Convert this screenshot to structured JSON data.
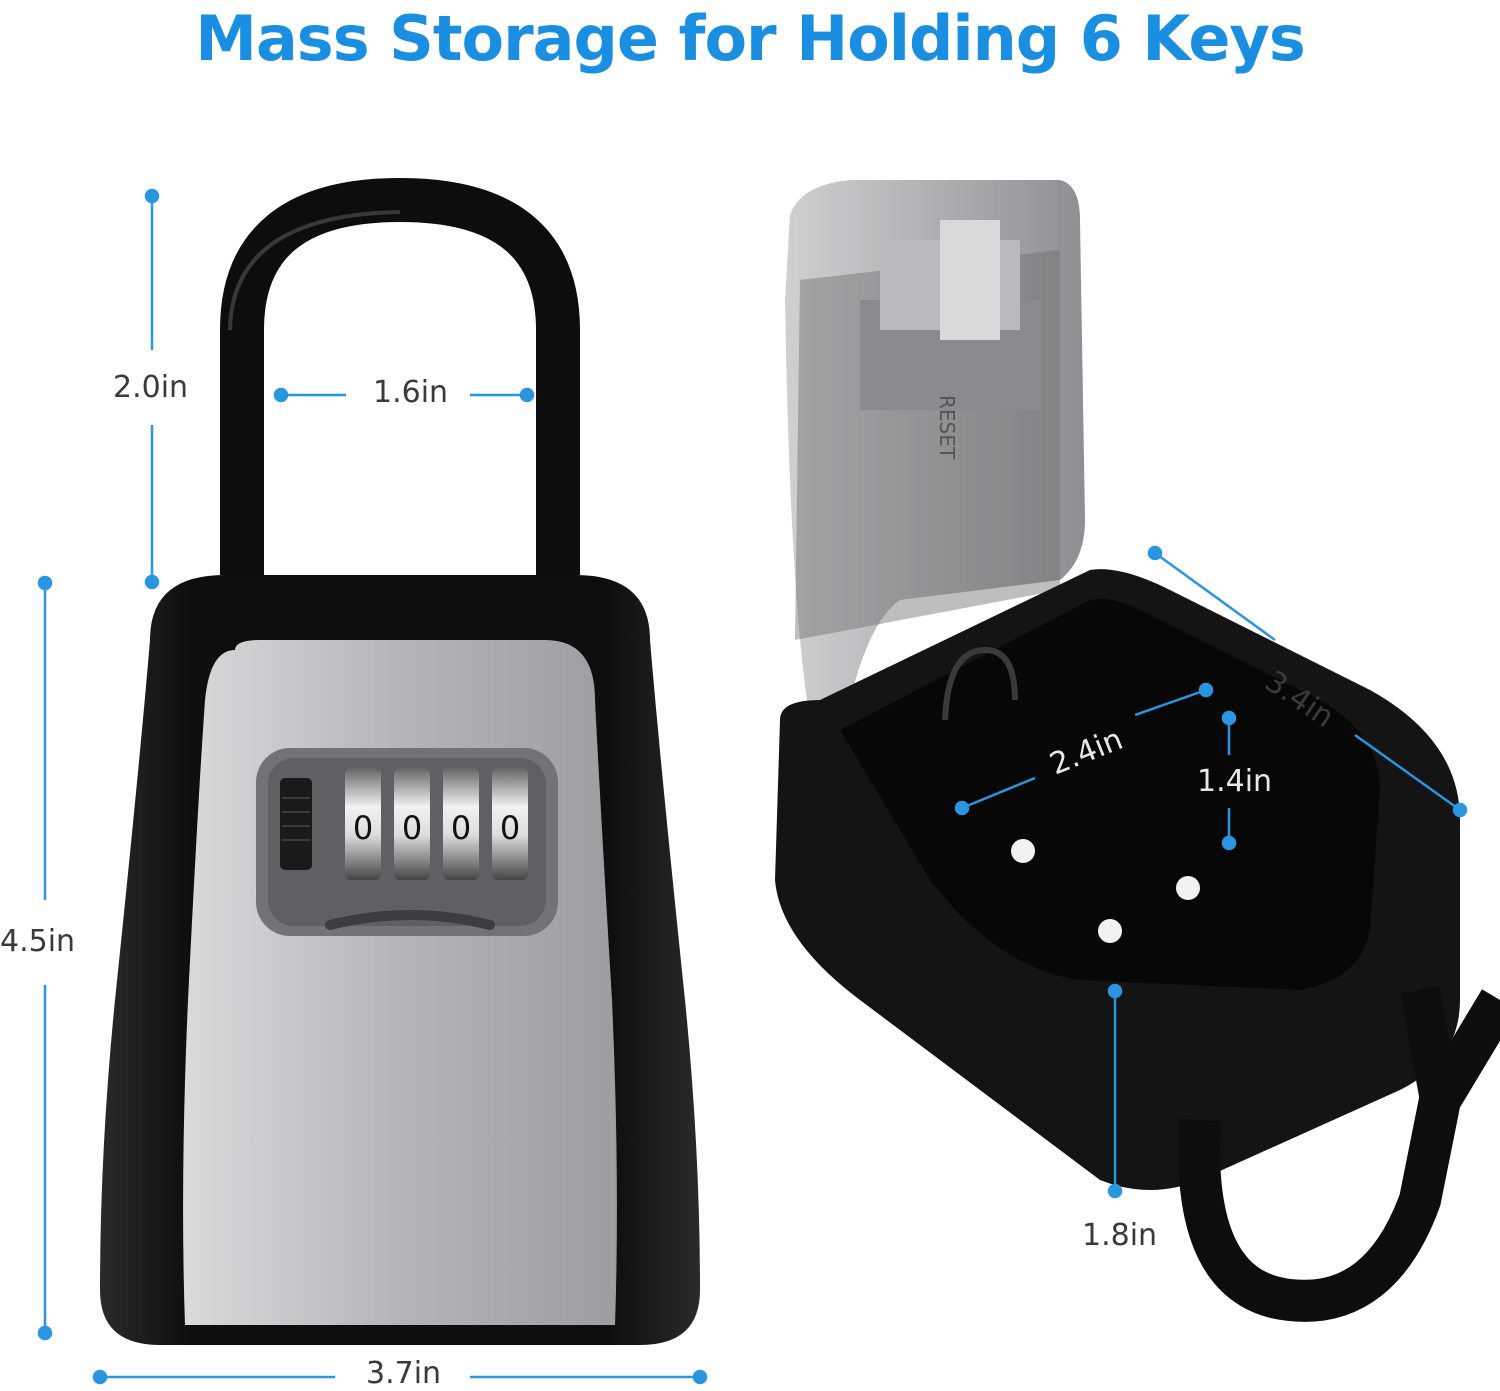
{
  "title": "Mass Storage for Holding 6 Keys",
  "colors": {
    "accent": "#1a8ee0",
    "dimension_line": "#2a95e0",
    "body_black": "#111111",
    "face_gray": "#b9babd",
    "label_text": "#3a3a3a"
  },
  "dial_digits": [
    "0",
    "0",
    "0",
    "0"
  ],
  "reset_label": "RESET",
  "dimensions": {
    "shackle_height": "2.0in",
    "shackle_width": "1.6in",
    "body_height": "4.5in",
    "body_width": "3.7in",
    "box_depth": "3.4in",
    "compartment_width": "2.4in",
    "compartment_depth": "1.4in",
    "shackle_clearance": "1.8in"
  }
}
